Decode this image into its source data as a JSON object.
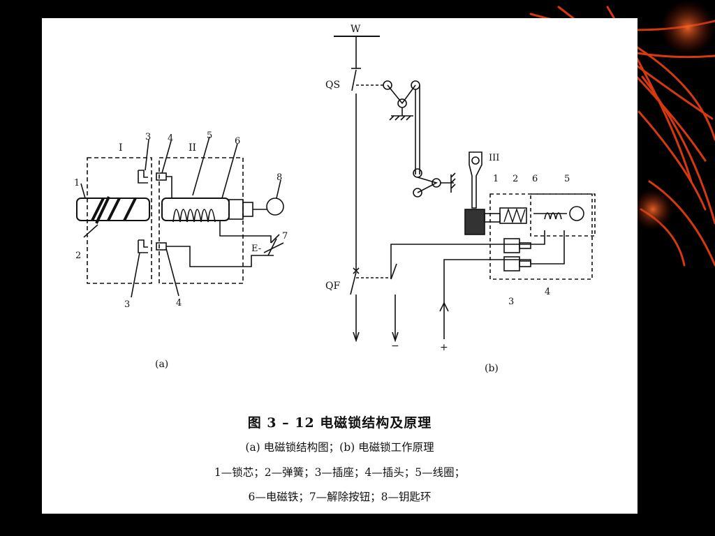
{
  "figure": {
    "title": "图 3 – 12    电磁锁结构及原理",
    "subtitle": "(a) 电磁锁结构图；(b) 电磁锁工作原理",
    "legend_line_1": "1—锁芯；2—弹簧；3—插座；4—插头；5—线圈；",
    "legend_line_2": "6—电磁铁；7—解除按钮；8—钥匙环"
  },
  "diagram_a": {
    "panel_label": "(a)",
    "section_1": "I",
    "section_2": "II",
    "parts": {
      "p1": "1",
      "p2": "2",
      "p3_top": "3",
      "p3_bottom": "3",
      "p4_top": "4",
      "p4_bottom": "4",
      "p5": "5",
      "p6": "6",
      "p7": "7",
      "p8": "8",
      "button_e": "E-"
    }
  },
  "diagram_b": {
    "panel_label": "(b)",
    "bus": "W",
    "disconnector": "QS",
    "breaker": "QF",
    "mechanism": "III",
    "minus": "−",
    "plus": "+",
    "parts": {
      "p1": "1",
      "p2": "2",
      "p3": "3",
      "p4": "4",
      "p5": "5",
      "p6": "6"
    }
  },
  "colors": {
    "background": "#000000",
    "panel": "#ffffff",
    "ink": "#111111",
    "decoration": "#d8380f"
  }
}
